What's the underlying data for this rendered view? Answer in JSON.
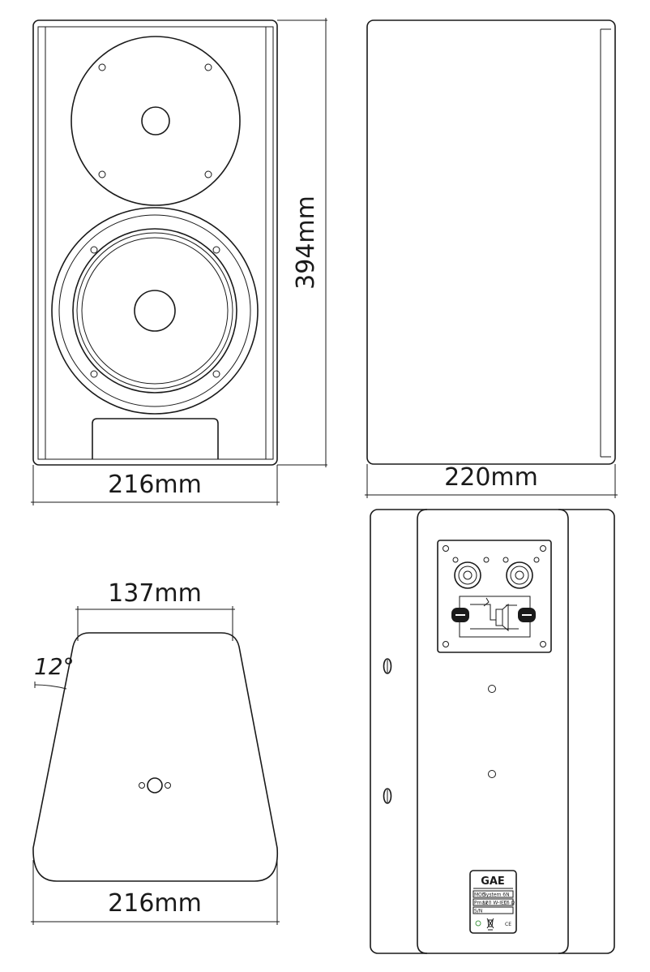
{
  "front_view": {
    "width_label": "216mm",
    "height_label": "394mm"
  },
  "side_view": {
    "depth_label": "220mm"
  },
  "top_view": {
    "front_width_label": "137mm",
    "rear_width_label": "216mm",
    "angle_label": "12°"
  },
  "rear_view": {
    "brand_label": {
      "logo": "GAE",
      "model_key": "MOD",
      "model": "System 6N",
      "power_key": "Pmax",
      "power": "120 W-IEC",
      "impedance": "16 Ω",
      "serial_key": "S/N",
      "mark_ce": "CE"
    }
  }
}
